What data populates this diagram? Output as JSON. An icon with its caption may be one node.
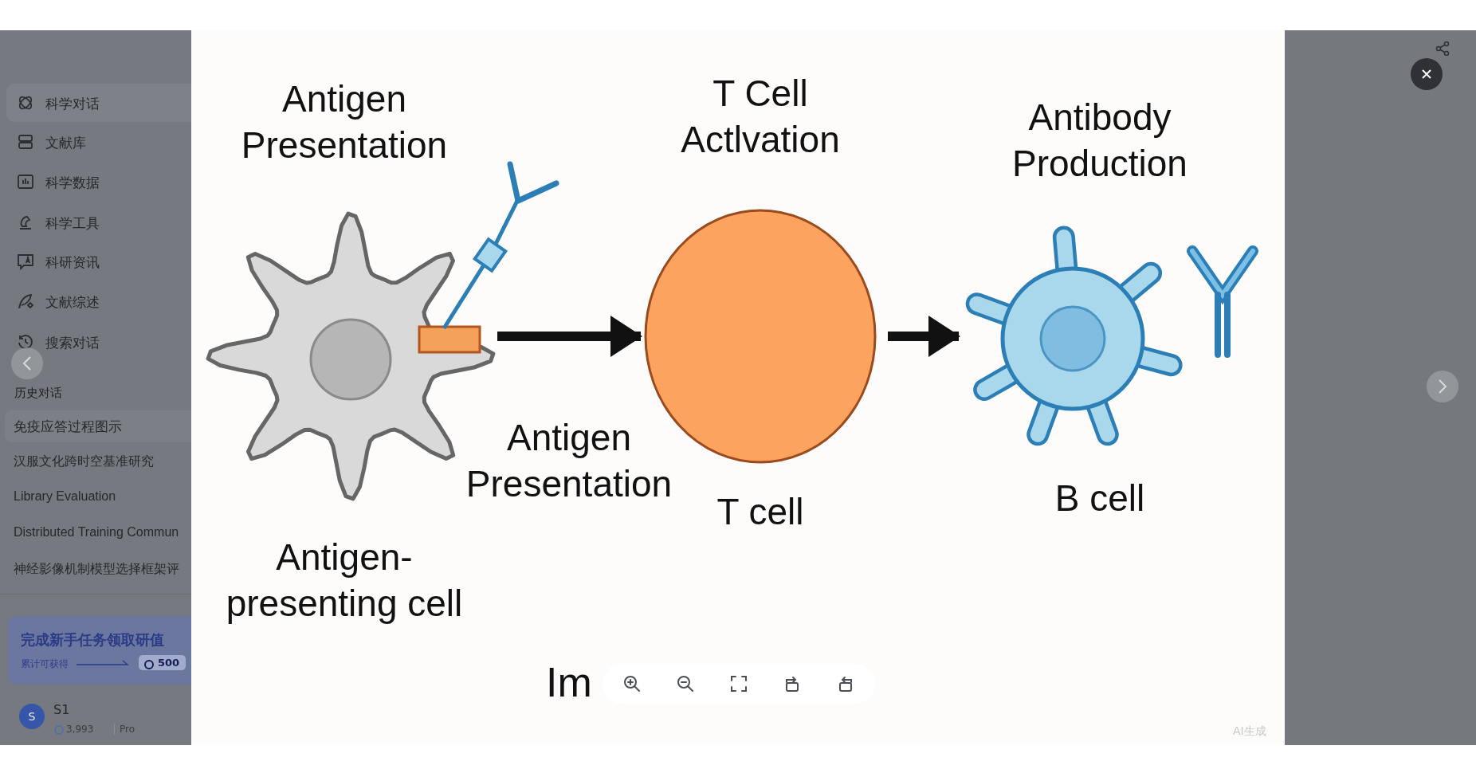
{
  "diagram": {
    "nodes": [
      {
        "text": [
          "Antigen Presentation",
          "Antigen-presenting cell"
        ]
      },
      {
        "text": [
          "T Cell Actlvation",
          "T cell"
        ]
      },
      {
        "text": [
          "Antibody Production",
          "B cell"
        ]
      }
    ],
    "edges": [
      {
        "from": 0,
        "to": 1,
        "arrow": "to",
        "label": "Antigen Presentation"
      },
      {
        "from": 1,
        "to": 2,
        "arrow": "to"
      }
    ],
    "labels": [
      "科学对话",
      "文献库",
      "科学数据",
      "科学工具",
      "科研资讯",
      "文献综述",
      "搜索对话",
      "历史对话",
      "免疫应答过程图示",
      "汉服文化跨时空基准研究",
      "Library Evaluation",
      "Distributed Training Commun",
      "神经影像机制模型选择框架评",
      "完成新手任务领取研值",
      "累计可获得",
      "500",
      "S",
      "S1",
      "3,993",
      "Pro",
      "Im",
      "AI生成"
    ]
  }
}
